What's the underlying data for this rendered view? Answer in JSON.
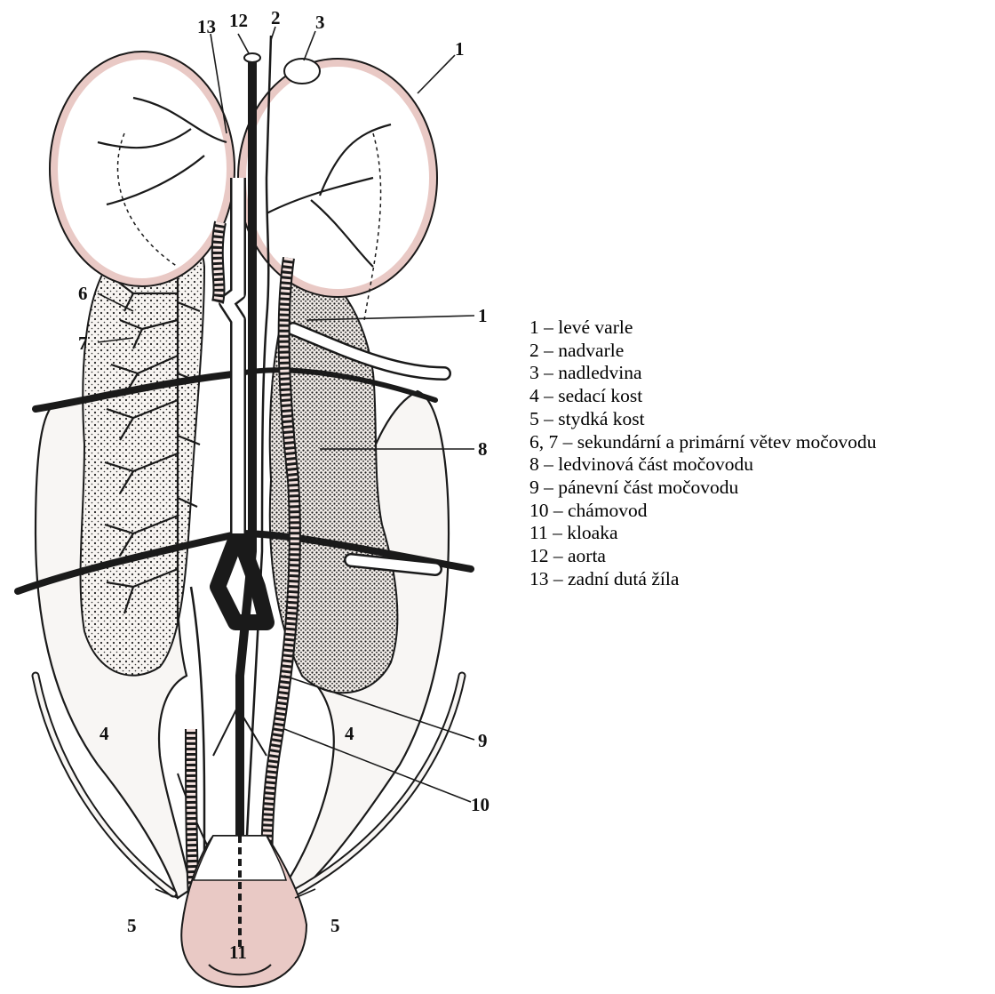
{
  "figure": {
    "callouts": {
      "c1_top": "1",
      "c1_mid": "1",
      "c2": "2",
      "c3": "3",
      "c4_left": "4",
      "c4_right": "4",
      "c5_left": "5",
      "c5_right": "5",
      "c6": "6",
      "c7": "7",
      "c8": "8",
      "c9": "9",
      "c10": "10",
      "c11": "11",
      "c12": "12",
      "c13": "13"
    },
    "colors": {
      "tissue": "#e9c9c5",
      "outline": "#1a1a1a",
      "fill_light": "#f6f3f0",
      "background": "#ffffff"
    }
  },
  "legend": {
    "items": [
      {
        "num": "1",
        "text": "levé varle"
      },
      {
        "num": "2",
        "text": "nadvarle"
      },
      {
        "num": "3",
        "text": "nadledvina"
      },
      {
        "num": "4",
        "text": "sedací kost"
      },
      {
        "num": "5",
        "text": "stydká kost"
      },
      {
        "num": "6, 7",
        "text": "sekundární a primární větev močovodu"
      },
      {
        "num": "8",
        "text": "ledvinová část močovodu"
      },
      {
        "num": "9",
        "text": "pánevní část močovodu"
      },
      {
        "num": "10",
        "text": "chámovod"
      },
      {
        "num": "11",
        "text": "kloaka"
      },
      {
        "num": "12",
        "text": "aorta"
      },
      {
        "num": "13",
        "text": "zadní dutá žíla"
      }
    ],
    "separator": " – "
  }
}
